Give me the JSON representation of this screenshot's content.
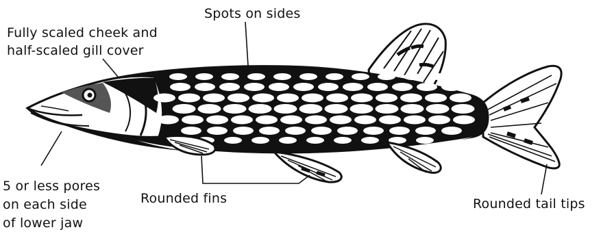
{
  "colors": {
    "ink": "#111111",
    "paper": "#ffffff"
  },
  "labels": {
    "spots": "Spots on sides",
    "cheek_line1": "Fully scaled cheek and",
    "cheek_line2": "half-scaled gill cover",
    "pores_line1": "5 or less pores",
    "pores_line2": "on each side",
    "pores_line3": "of lower jaw",
    "fins": "Rounded fins",
    "tail": "Rounded tail tips"
  }
}
